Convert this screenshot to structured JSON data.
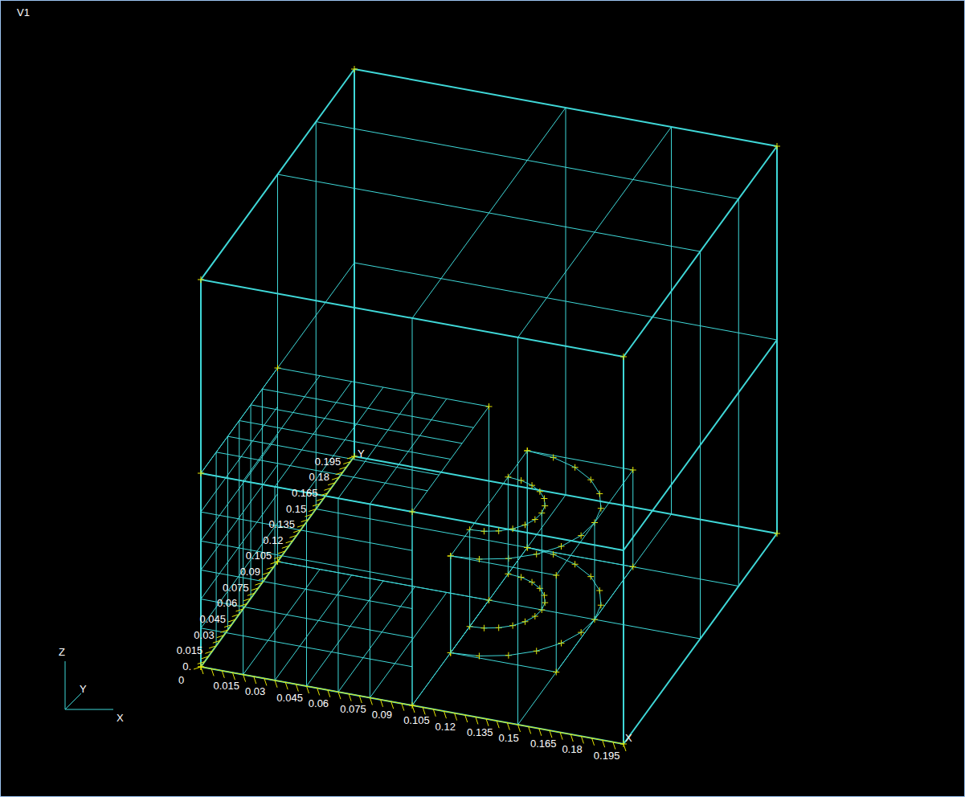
{
  "diagram": {
    "labels": [
      "V1",
      "0.",
      "0.015",
      "0.03",
      "0.045",
      "0.06",
      "0.075",
      "0.09",
      "0.105",
      "0.12",
      "0.135",
      "0.15",
      "0.165",
      "0.18",
      "0.195",
      "Y",
      "0",
      "0.015",
      "0.03",
      "0.045",
      "0.06",
      "0.075",
      "0.09",
      "0.105",
      "0.12",
      "0.135",
      "0.15",
      "0.165",
      "0.18",
      "0.195",
      "X",
      "Z",
      "Y",
      "X"
    ]
  }
}
